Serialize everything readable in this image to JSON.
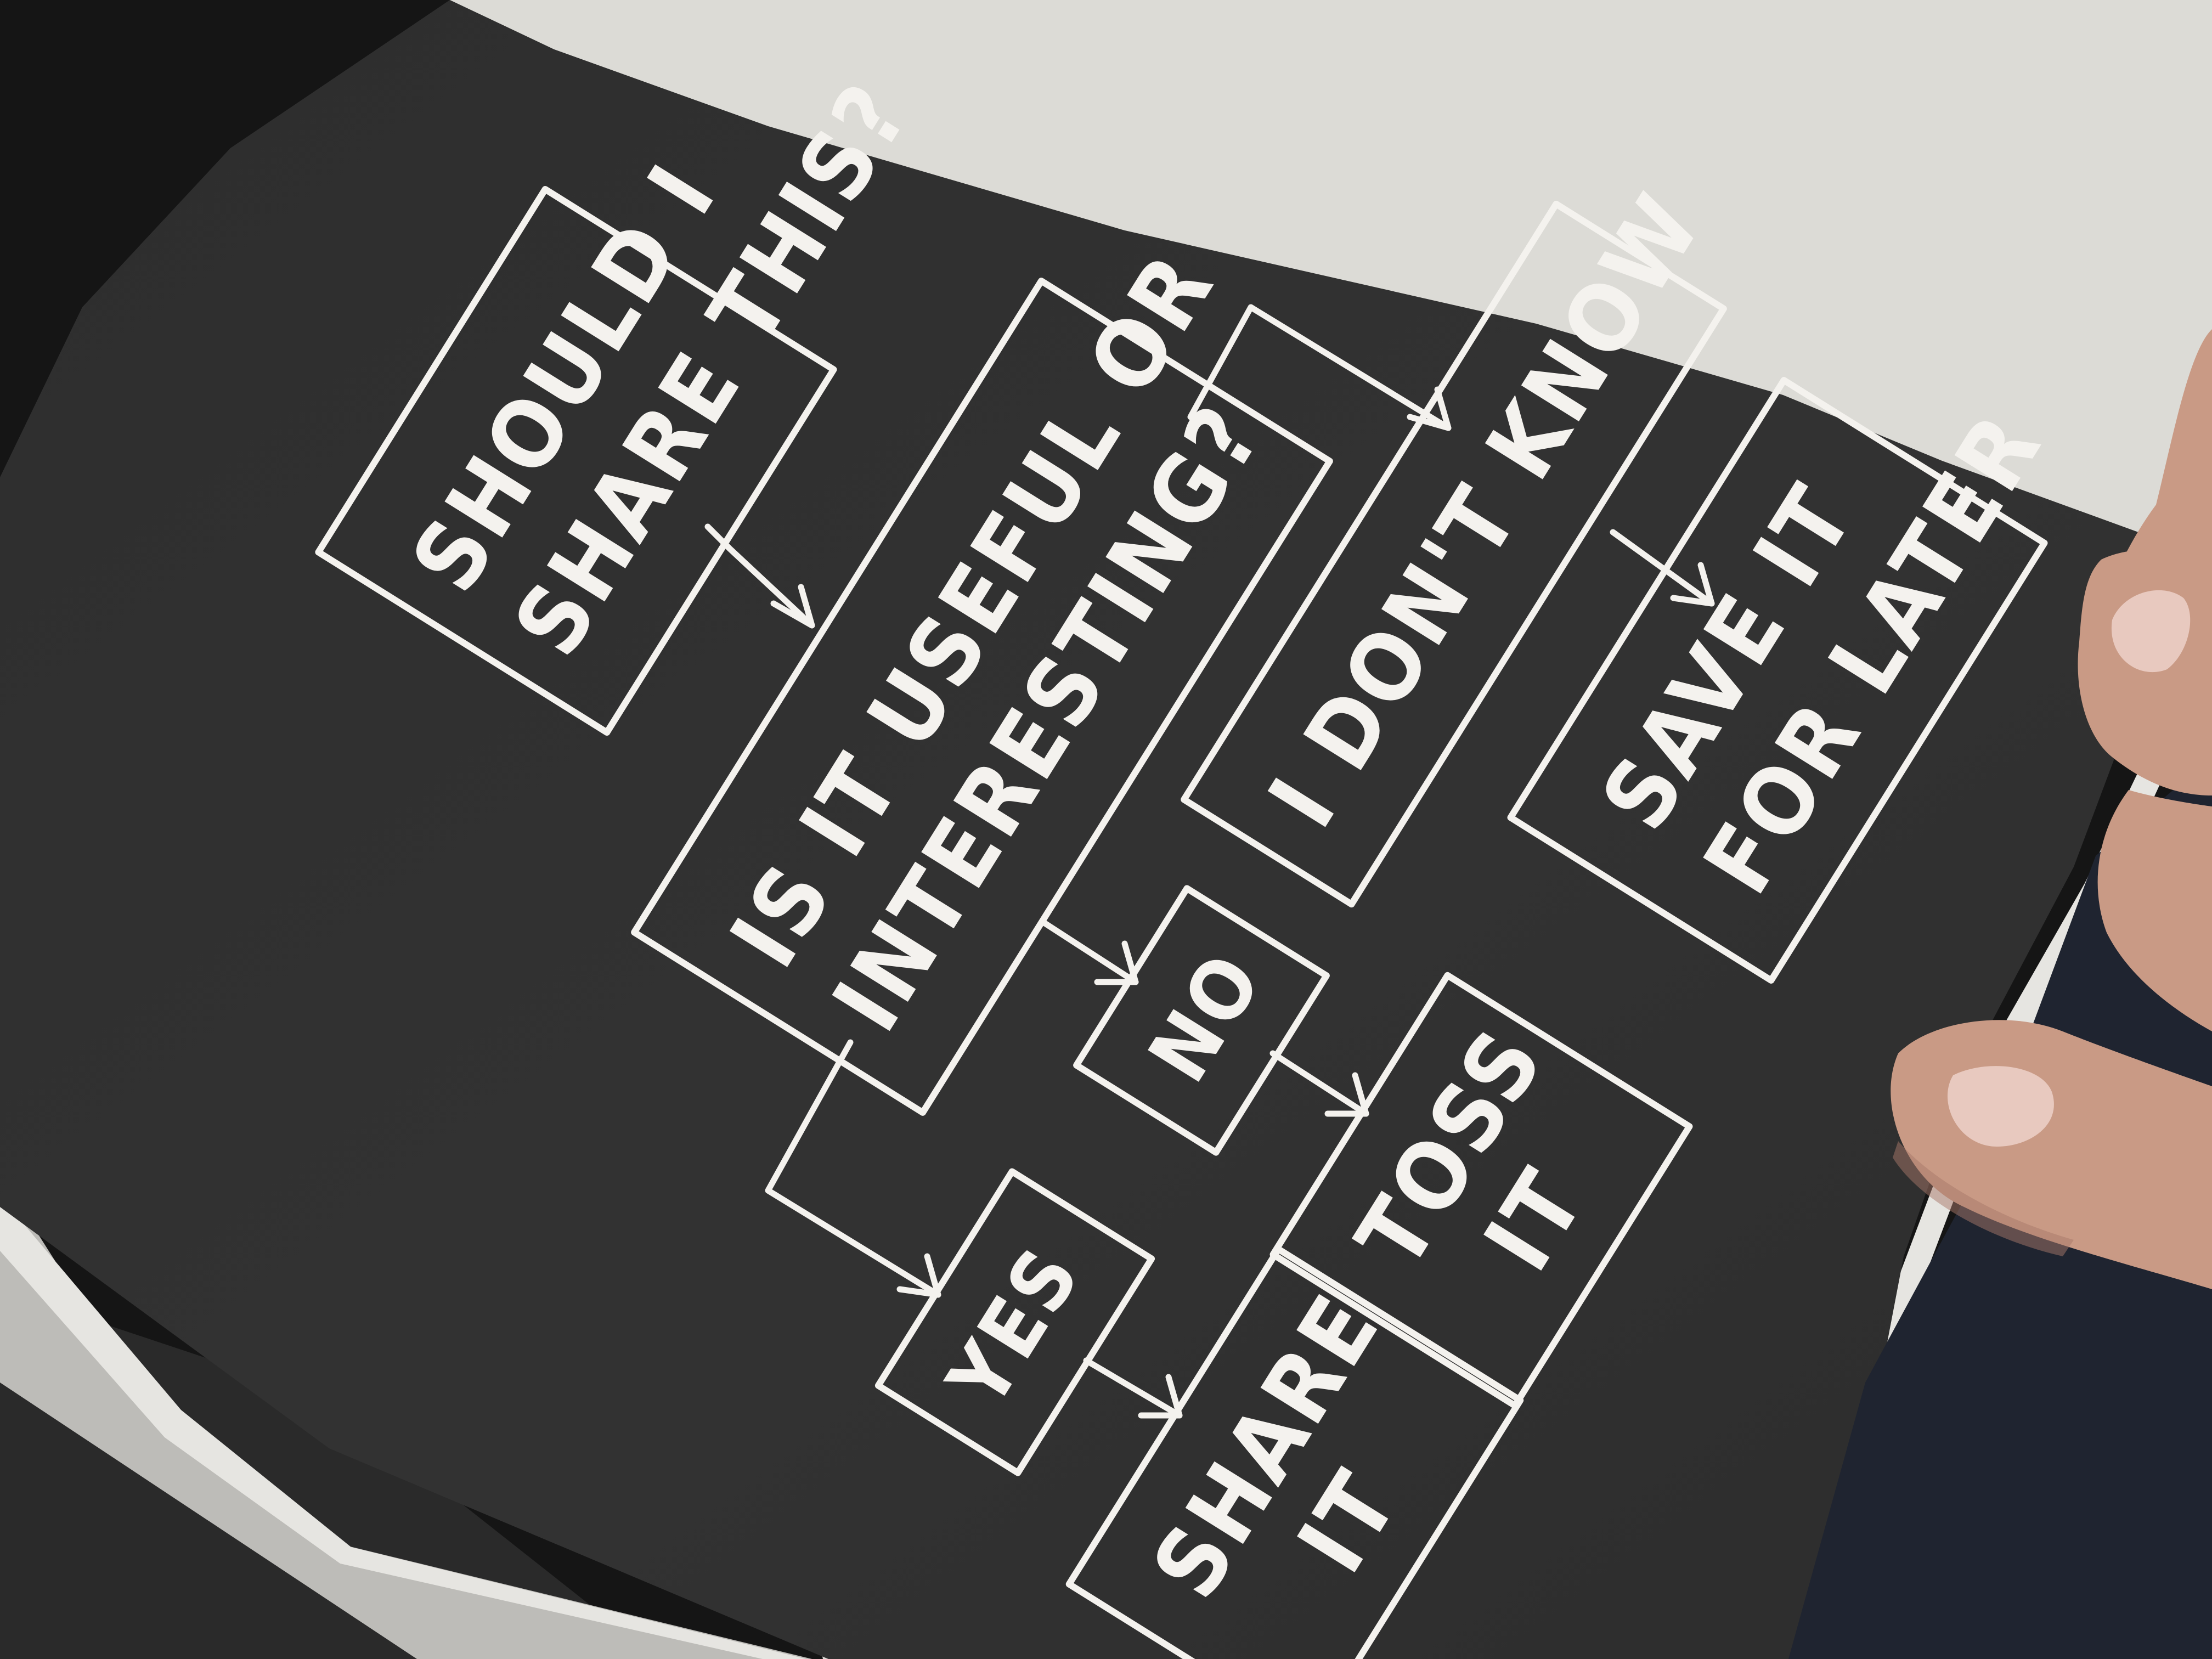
{
  "flowchart": {
    "question_box": [
      "SHOULD I",
      "SHARE THIS?"
    ],
    "useful_box": [
      "IS IT USEFUL OR",
      "INTERESTING?"
    ],
    "dont_know_box": [
      "I DON'T KNOW"
    ],
    "save_box": [
      "SAVE IT",
      "FOR LATER"
    ],
    "no_box": [
      "NO"
    ],
    "toss_box": [
      "TOSS",
      "IT"
    ],
    "yes_box": [
      "YES"
    ],
    "share_box": [
      "SHARE",
      "IT"
    ]
  }
}
